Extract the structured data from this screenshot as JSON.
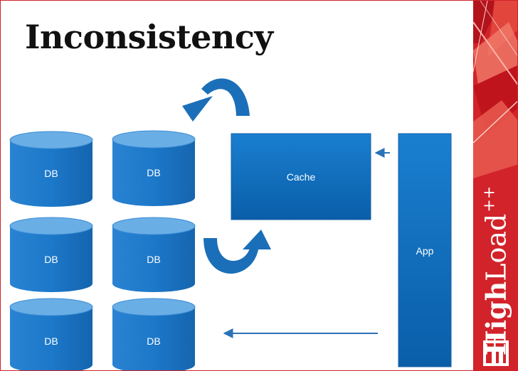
{
  "title": "Inconsistency",
  "databases": [
    "DB",
    "DB",
    "DB",
    "DB",
    "DB",
    "DB"
  ],
  "cache_label": "Cache",
  "app_label": "App",
  "brand": {
    "high": "High",
    "load": "Load",
    "plus": "++"
  },
  "colors": {
    "box_fill": "#0b6fbf",
    "box_border": "#1560a8",
    "db_body": "#1c78c9",
    "db_top": "#6aaee6",
    "arrow": "#1b6fb8",
    "brand_red": "#d2232a",
    "accent_border": "#d2232a"
  }
}
